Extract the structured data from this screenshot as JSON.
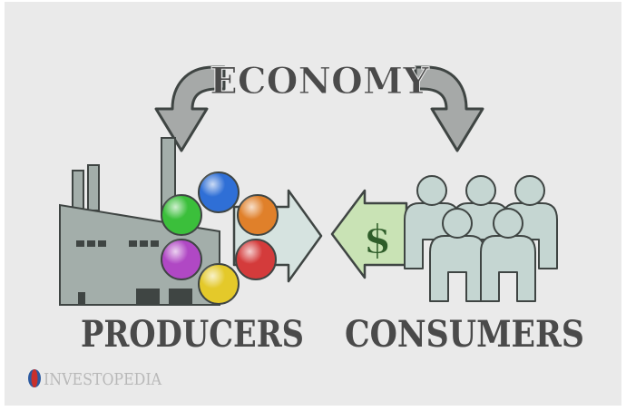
{
  "title": "ECONOMY",
  "left_label": "PRODUCERS",
  "right_label": "CONSUMERS",
  "currency_symbol": "$",
  "logo": {
    "text": "INVESTOPEDIA"
  },
  "colors": {
    "background": "#eaeaea",
    "arrow_fill": "#a6a9a8",
    "arrow_stroke": "#3f4543",
    "factory": "#a3aeaa",
    "goods_arrow": "#d6e3e0",
    "money_arrow": "#c9e3b5",
    "money_symbol": "#2f5d2a",
    "people": "#c5d6d2",
    "label_text": "#4a4a4a",
    "logo_red": "#c8302c",
    "logo_blue": "#2c5aa0"
  },
  "goods_colors": [
    "#2f6fd6",
    "#e0802a",
    "#d43b3b",
    "#e4c92a",
    "#b048c4",
    "#3bbf3b"
  ]
}
